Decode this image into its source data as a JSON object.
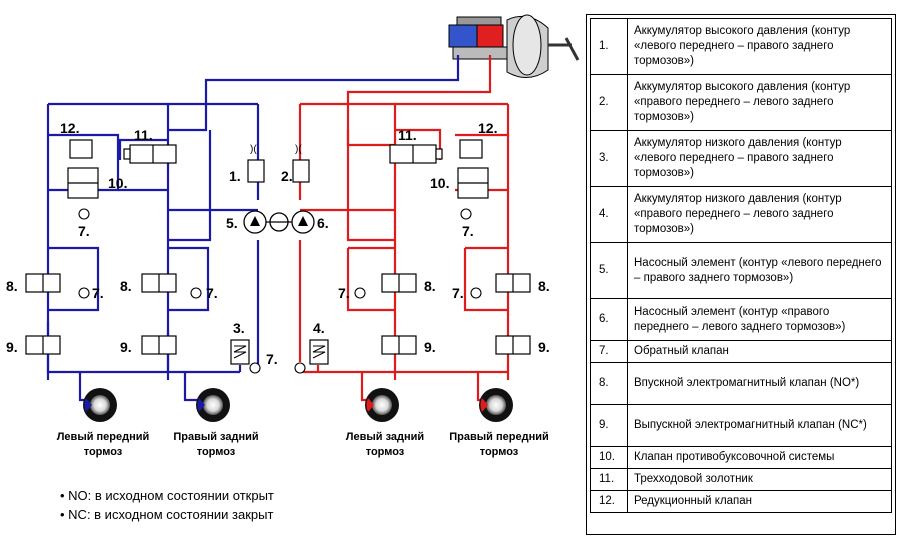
{
  "diagram": {
    "callouts": {
      "c1": "1.",
      "c2": "2.",
      "c3": "3.",
      "c4": "4.",
      "c5": "5.",
      "c6": "6.",
      "c7": "7.",
      "c8": "8.",
      "c9": "9.",
      "c10": "10.",
      "c11": "11.",
      "c12": "12."
    },
    "wheels": {
      "front_left": [
        "Левый передний",
        "тормоз"
      ],
      "rear_right": [
        "Правый задний",
        "тормоз"
      ],
      "rear_left": [
        "Левый задний",
        "тормоз"
      ],
      "front_right": [
        "Правый передний",
        "тормоз"
      ]
    },
    "colors": {
      "left_circuit": "#1a1aa6",
      "right_circuit": "#e01b1b"
    }
  },
  "notes": [
    "• NO: в исходном состоянии открыт",
    "• NC: в исходном состоянии закрыт"
  ],
  "legend": [
    {
      "num": "1.",
      "text": "Аккумулятор высокого давления (контур «левого переднего – правого заднего тормозов»)"
    },
    {
      "num": "2.",
      "text": "Аккумулятор высокого давления (контур «правого переднего – левого заднего тормозов»)"
    },
    {
      "num": "3.",
      "text": "Аккумулятор низкого давления (контур «левого переднего – правого заднего тормозов»)"
    },
    {
      "num": "4.",
      "text": "Аккумулятор низкого давления (контур «правого переднего – левого заднего тормозов»)"
    },
    {
      "num": "5.",
      "text": "Насосный элемент (контур «левого переднего – правого заднего тормозов»)"
    },
    {
      "num": "6.",
      "text": "Насосный элемент (контур «правого переднего – левого заднего тормозов»)"
    },
    {
      "num": "7.",
      "text": "Обратный клапан"
    },
    {
      "num": "8.",
      "text": "Впускной электромагнитный клапан (NO*)"
    },
    {
      "num": "9.",
      "text": "Выпускной электромагнитный клапан (NC*)"
    },
    {
      "num": "10.",
      "text": "Клапан противобуксовочной системы"
    },
    {
      "num": "11.",
      "text": "Трехходовой золотник"
    },
    {
      "num": "12.",
      "text": "Редукционный клапан"
    }
  ]
}
